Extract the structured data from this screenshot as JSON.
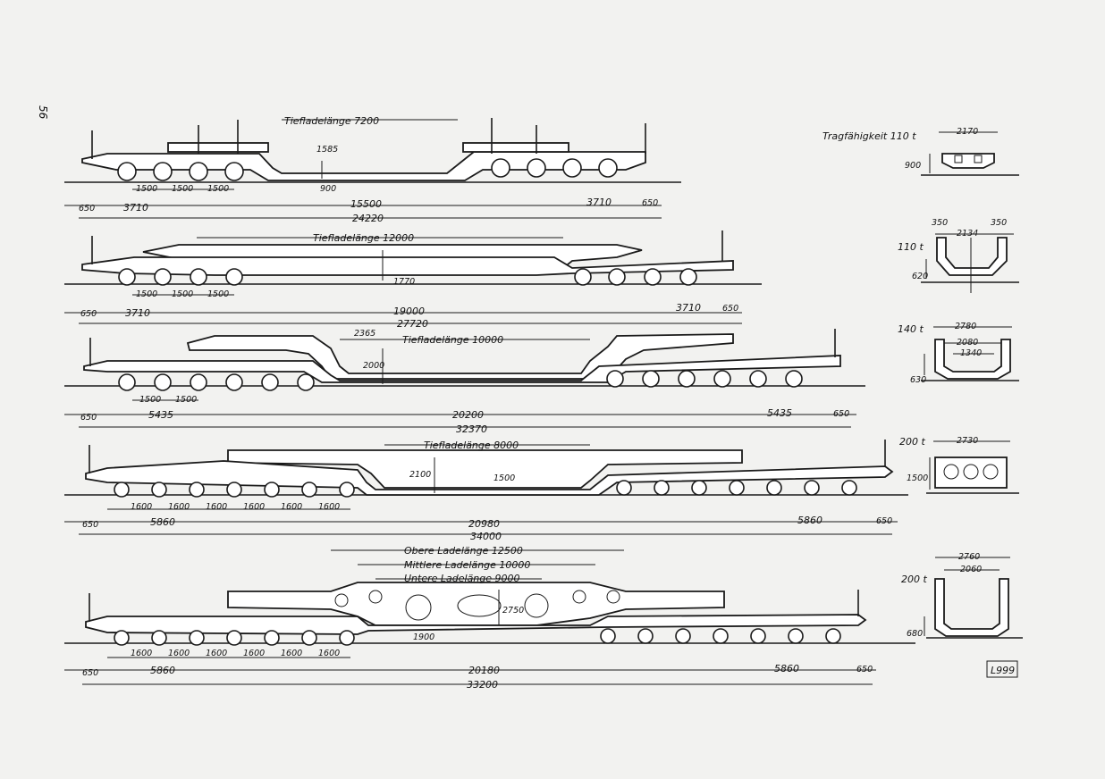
{
  "page_number": "56",
  "figure_id": "L999",
  "wagons": [
    {
      "capacity_label": "Tragfähigkeit 110 t",
      "load_length": "Tiefladelänge 7200",
      "dims": {
        "total": "24220",
        "between": "15500",
        "bogie_left": "3710",
        "bogie_right": "3710",
        "end_left": "650",
        "end_right": "650",
        "height_a": "1585",
        "height_b": "900",
        "axle_spacing": [
          "1500",
          "1500",
          "1500"
        ]
      },
      "section": {
        "height": "900",
        "width": "2170"
      }
    },
    {
      "capacity_label": "110 t",
      "load_length": "Tiefladelänge 12000",
      "dims": {
        "total": "27720",
        "between": "19000",
        "bogie_left": "3710",
        "bogie_right": "3710",
        "end_left": "650",
        "end_right": "650",
        "height_a": "1770",
        "axle_spacing": [
          "1500",
          "1500",
          "1500"
        ]
      },
      "section": {
        "height": "620",
        "width": "2134",
        "side_left": "350",
        "side_right": "350"
      }
    },
    {
      "capacity_label": "140 t",
      "load_length": "Tiefladelänge 10000",
      "dims": {
        "total": "32370",
        "between": "20200",
        "bogie_left": "5435",
        "bogie_right": "5435",
        "end_left": "650",
        "end_right": "650",
        "height_a": "2365",
        "height_b": "2000",
        "axle_spacing": [
          "1500",
          "1500"
        ]
      },
      "section": {
        "height": "630",
        "width_outer": "2780",
        "width_mid": "2080",
        "width_inner": "1340"
      }
    },
    {
      "capacity_label": "200 t",
      "load_length": "Tiefladelänge 8000",
      "dims": {
        "total": "34000",
        "between": "20980",
        "bogie_left": "5860",
        "bogie_right": "5860",
        "end_left": "650",
        "end_right": "650",
        "height_a": "2100",
        "height_b": "1500",
        "axle_spacing": [
          "1600",
          "1600",
          "1600",
          "1600",
          "1600",
          "1600"
        ]
      },
      "section": {
        "height": "1500",
        "width": "2730"
      }
    },
    {
      "capacity_label": "200 t",
      "load_lengths": [
        "Obere Ladelänge 12500",
        "Mittlere Ladelänge 10000",
        "Untere Ladelänge 9000"
      ],
      "dims": {
        "total": "33200",
        "between": "20180",
        "bogie_left": "5860",
        "bogie_right": "5860",
        "end_left": "650",
        "end_right": "650",
        "height_a": "2750",
        "height_b": "1900",
        "axle_spacing": [
          "1600",
          "1600",
          "1600",
          "1600",
          "1600",
          "1600"
        ]
      },
      "section": {
        "height": "680",
        "width_outer": "2760",
        "width_inner": "2060"
      }
    }
  ]
}
